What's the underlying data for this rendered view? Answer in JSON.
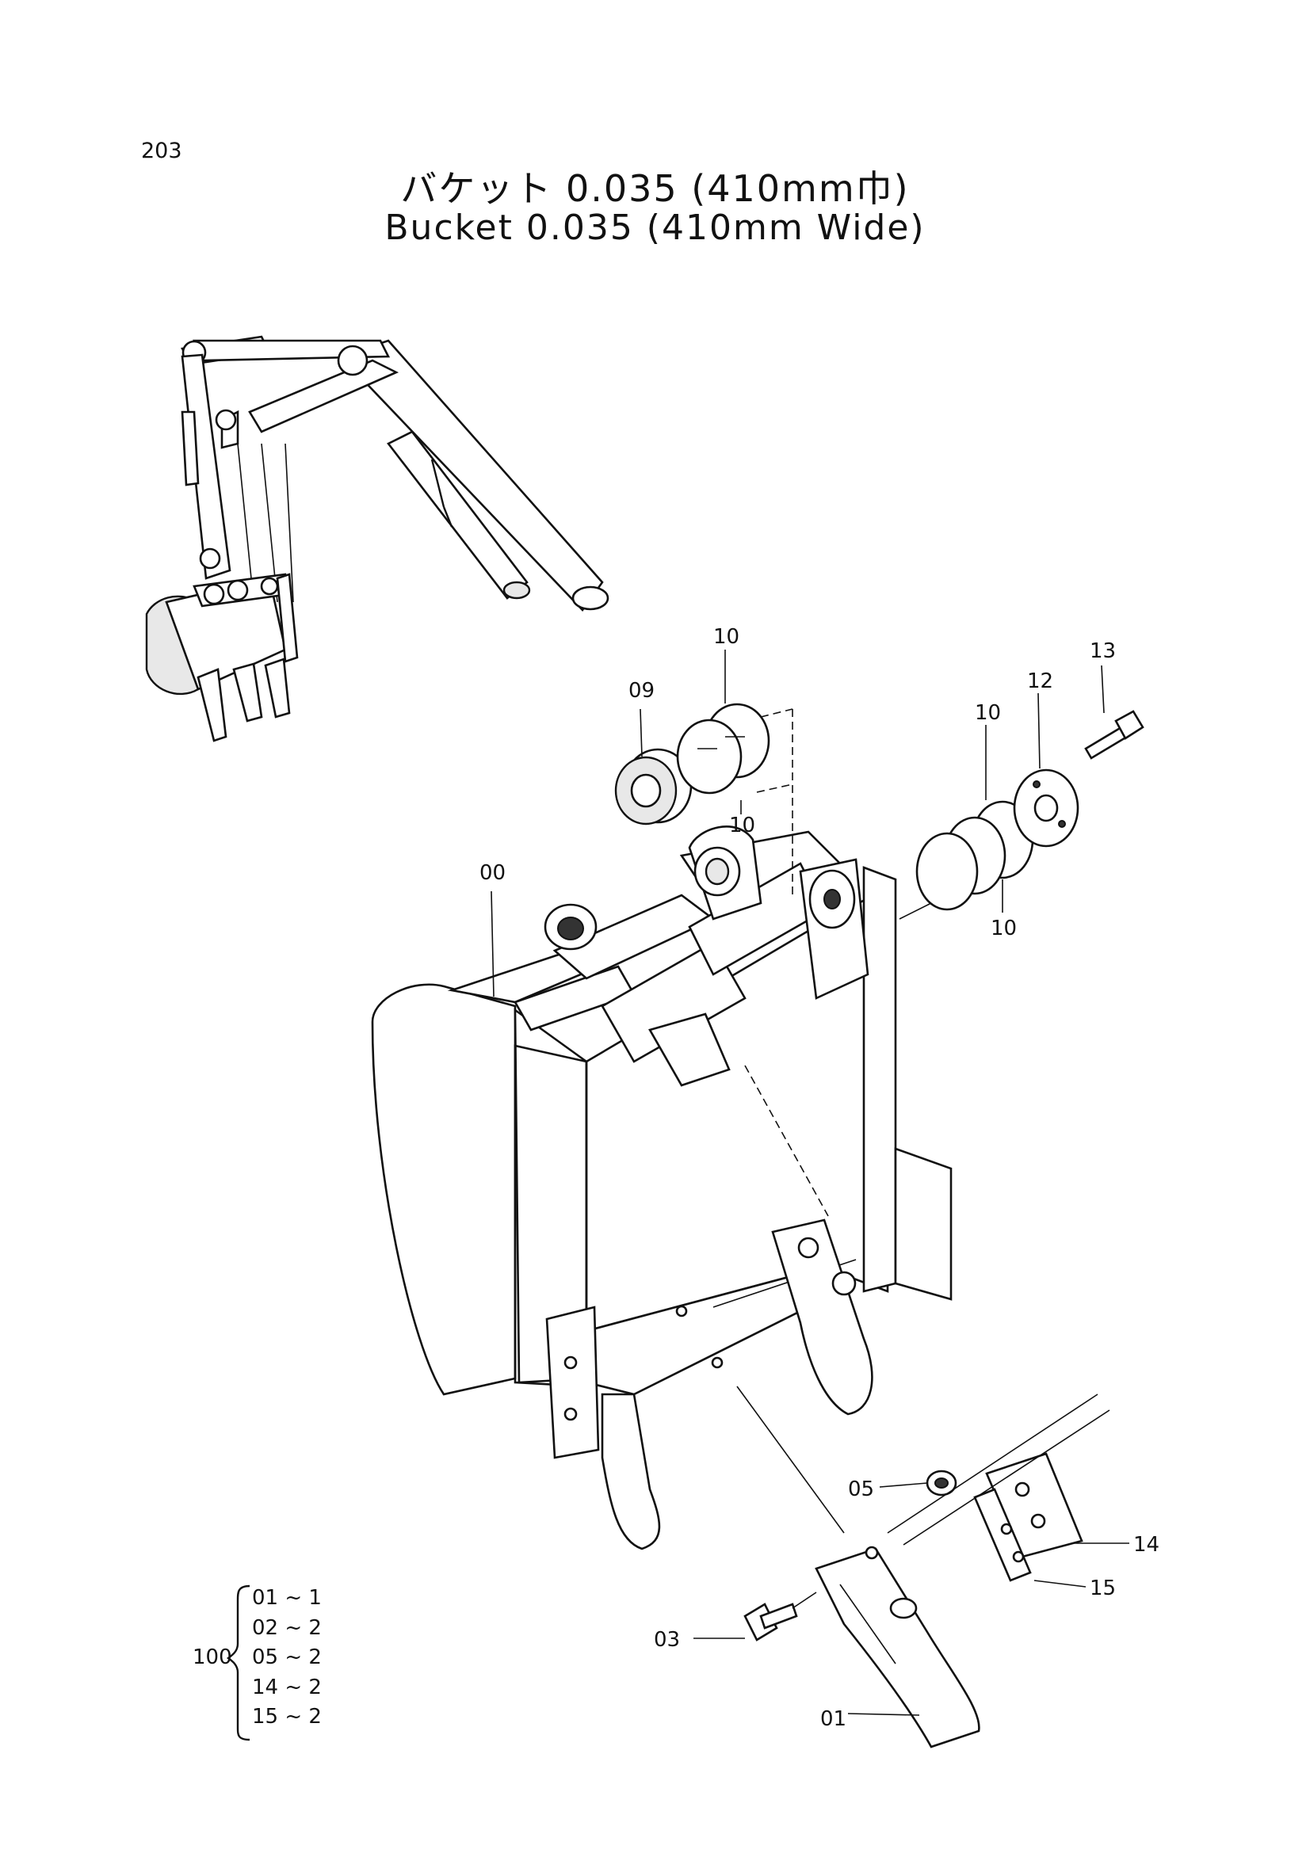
{
  "page_number": "203",
  "title_jp": "バケット 0.035 (410mm巾)",
  "title_en": "Bucket 0.035 (410mm Wide)",
  "callouts": {
    "c00": "00",
    "c01": "01",
    "c03": "03",
    "c05": "05",
    "c09": "09",
    "c10a": "10",
    "c10b": "10",
    "c10c": "10",
    "c10d": "10",
    "c12": "12",
    "c13": "13",
    "c14": "14",
    "c15": "15"
  },
  "assembly": {
    "label": "100",
    "rows": [
      "01 ~ 1",
      "02 ~ 2",
      "05 ~ 2",
      "14 ~ 2",
      "15 ~ 2"
    ]
  }
}
